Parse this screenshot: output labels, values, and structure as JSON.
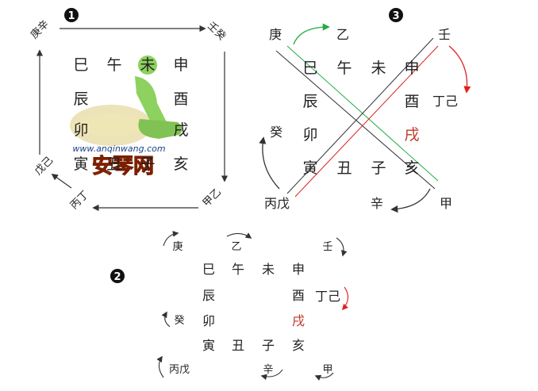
{
  "markers": {
    "d1": "1",
    "d2": "2",
    "d3": "3"
  },
  "branches": {
    "si": "巳",
    "wu": "午",
    "wei": "未",
    "shen": "申",
    "chen": "辰",
    "you": "酉",
    "mao": "卯",
    "xu": "戌",
    "yin": "寅",
    "chou": "丑",
    "zi": "子",
    "hai": "亥"
  },
  "stems": {
    "gengxin": "庚辛",
    "renkui": "壬癸",
    "jiayi": "甲乙",
    "bingding": "丙丁",
    "wuji": "戊己",
    "geng": "庚",
    "yi": "乙",
    "ren": "壬",
    "dingji": "丁己",
    "kui": "癸",
    "bingwu": "丙戊",
    "xin": "辛",
    "jia": "甲"
  },
  "watermark": {
    "url": "www.anqinwang.com",
    "name": "安琴网"
  },
  "colors": {
    "arrow": "#333333",
    "red": "#e02020",
    "green": "#22aa44",
    "text": "#222222",
    "logo_green": "#7ac943",
    "logo_gold": "#d8c36a"
  }
}
